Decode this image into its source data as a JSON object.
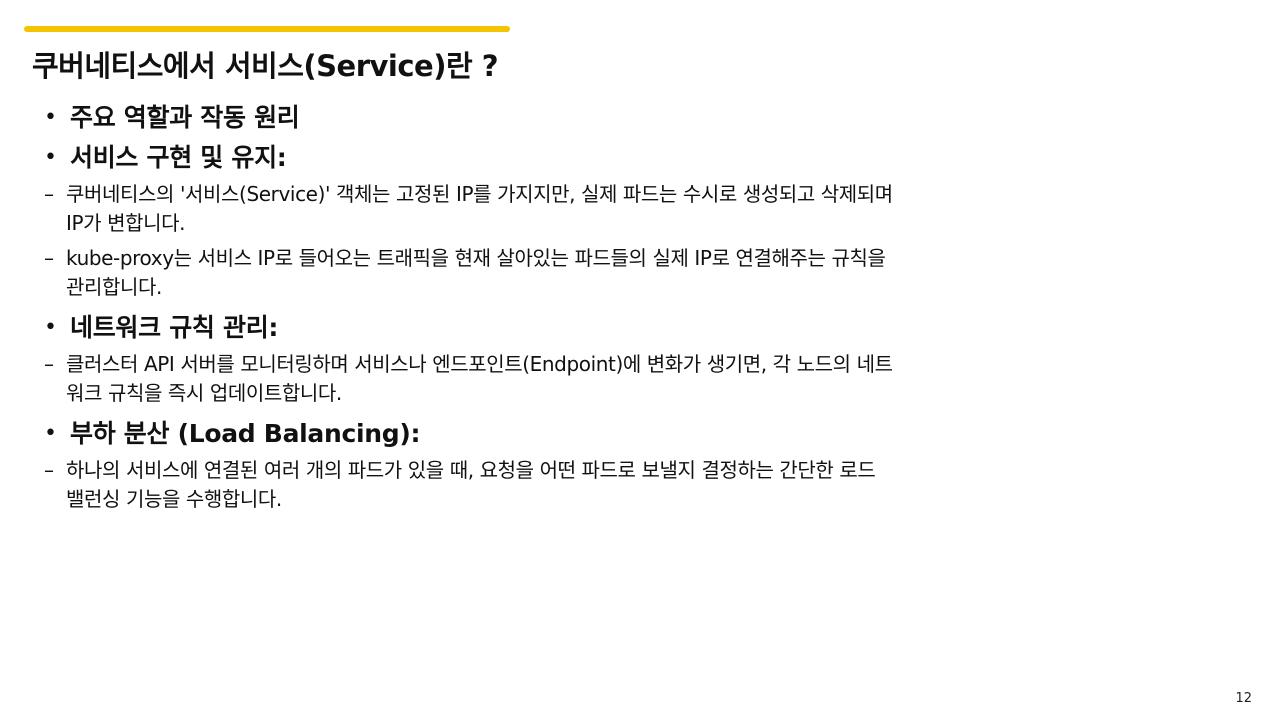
{
  "accent_color": "#f5c400",
  "title": "쿠버네티스에서 서비스(Service)란 ?",
  "bullet_glyph": "•",
  "dash_glyph": "–",
  "bullets": [
    {
      "heading": "주요 역할과 작동 원리",
      "subs": []
    },
    {
      "heading": "서비스 구현 및 유지:",
      "subs": [
        {
          "lines": [
            "쿠버네티스의 '서비스(Service)' 객체는 고정된 IP를 가지지만, 실제 파드는 수시로 생성되고 삭제되며",
            "IP가 변합니다."
          ]
        },
        {
          "lines": [
            "kube-proxy는 서비스 IP로 들어오는 트래픽을 현재 살아있는 파드들의 실제 IP로 연결해주는 규칙을",
            "관리합니다."
          ]
        }
      ]
    },
    {
      "heading": "네트워크 규칙 관리:",
      "subs": [
        {
          "lines": [
            "클러스터 API 서버를 모니터링하며 서비스나 엔드포인트(Endpoint)에 변화가 생기면, 각 노드의 네트",
            "워크 규칙을 즉시 업데이트합니다."
          ]
        }
      ]
    },
    {
      "heading": "부하 분산 (Load Balancing):",
      "subs": [
        {
          "lines": [
            "하나의 서비스에 연결된 여러 개의 파드가 있을 때, 요청을 어떤 파드로 보낼지 결정하는 간단한 로드",
            "밸런싱 기능을 수행합니다."
          ]
        }
      ]
    }
  ],
  "page_number": "12"
}
